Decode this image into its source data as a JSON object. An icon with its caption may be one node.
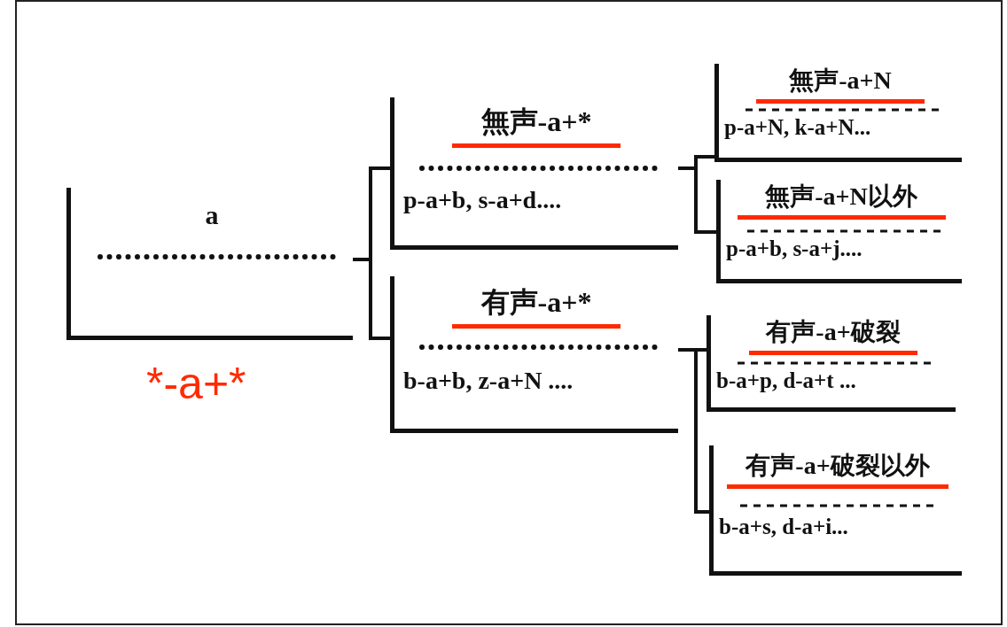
{
  "diagram": {
    "nodes": [
      {
        "text": [
          "a"
        ],
        "beside": [
          "*-a+*"
        ]
      },
      {
        "text": [
          "無声-a+*",
          "p-a+b, s-a+d...."
        ]
      },
      {
        "text": [
          "有声-a+*",
          "b-a+b, z-a+N ...."
        ]
      },
      {
        "text": [
          "無声-a+N",
          "p-a+N, k-a+N..."
        ]
      },
      {
        "text": [
          "無声-a+N以外",
          "p-a+b, s-a+j...."
        ]
      },
      {
        "text": [
          "有声-a+破裂",
          "b-a+p, d-a+t ..."
        ]
      },
      {
        "text": [
          "有声-a+破裂以外",
          "b-a+s, d-a+i..."
        ]
      }
    ],
    "edges": [
      {
        "from": 0,
        "to": 1,
        "arrow": "none"
      },
      {
        "from": 0,
        "to": 2,
        "arrow": "none"
      },
      {
        "from": 1,
        "to": 3,
        "arrow": "none"
      },
      {
        "from": 1,
        "to": 4,
        "arrow": "none"
      },
      {
        "from": 2,
        "to": 5,
        "arrow": "none"
      },
      {
        "from": 2,
        "to": 6,
        "arrow": "none"
      }
    ]
  }
}
